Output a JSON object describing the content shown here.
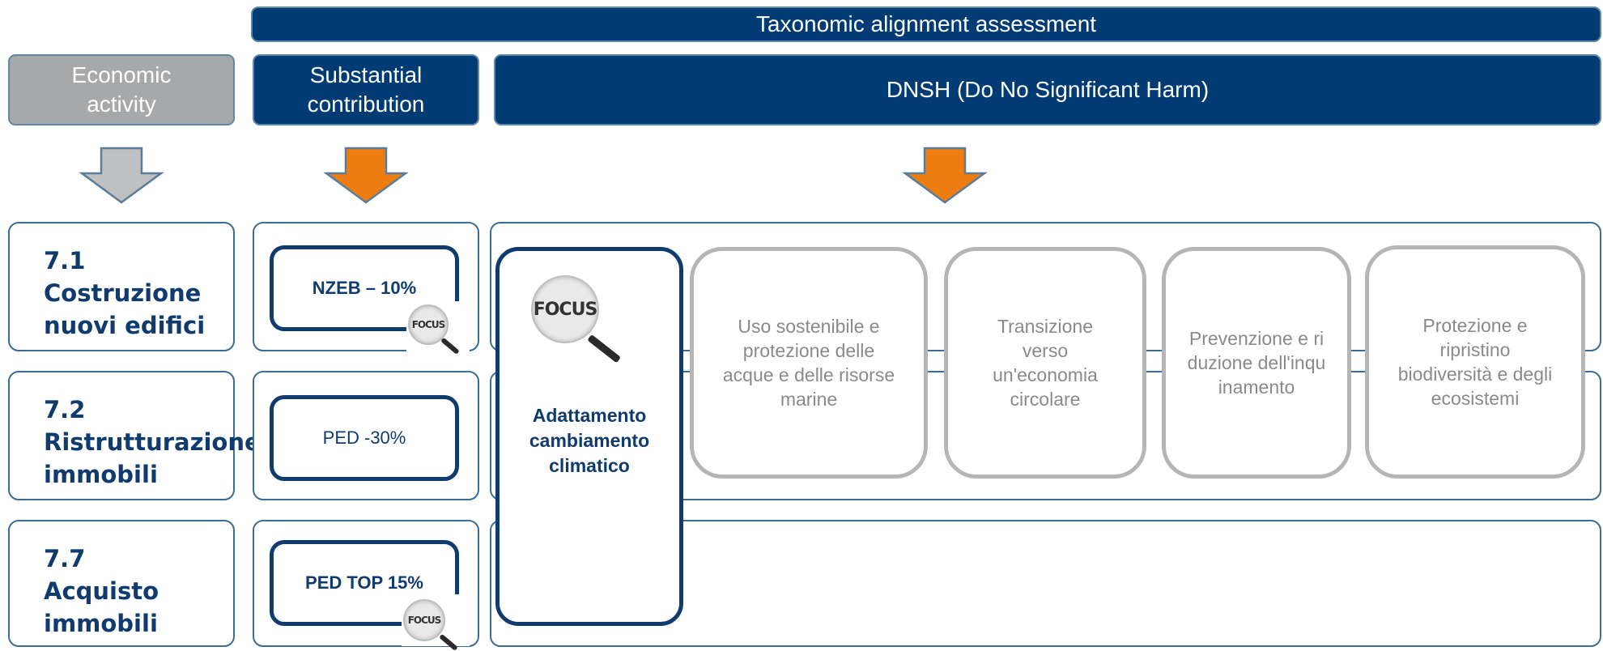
{
  "header": {
    "title": "Taxonomic alignment assessment",
    "economic_activity": "Economic activity",
    "substantial_contribution": "Substantial contribution",
    "dnsh": "DNSH (Do No Significant Harm)"
  },
  "activities": [
    {
      "number": "7.1",
      "name": "Costruzione nuovi edifici"
    },
    {
      "number": "7.2",
      "name": "Ristrutturazione immobili"
    },
    {
      "number": "7.7",
      "name": "Acquisto immobili"
    }
  ],
  "criteria": [
    "NZEB – 10%",
    "PED -30%",
    "PED TOP 15%"
  ],
  "focus_label": "FOCUS",
  "dnsh_focus": "Adattamento cambiamento climatico",
  "dnsh_objectives": [
    "Uso sostenibile e protezione delle acque e delle risorse marine",
    "Transizione verso un'economia circolare",
    "Prevenzione e riduzione dell'inquinamento",
    "Protezione e ripristino biodiversità e degli ecosistemi"
  ],
  "colors": {
    "navy": "#003b74",
    "grey_header": "#a7a8a9",
    "arrow_orange": "#ee7d11",
    "arrow_grey": "#bfc0c1",
    "objective_text": "#8a8a8a"
  }
}
